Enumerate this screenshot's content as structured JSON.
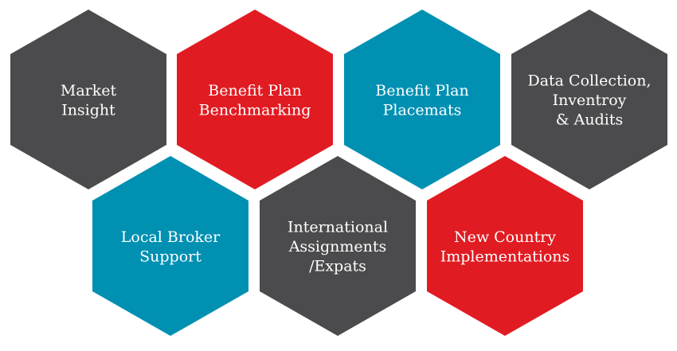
{
  "colors": {
    "gray": "#4b4b4d",
    "red": "#e11b22",
    "blue": "#0090b2"
  },
  "hexagons": [
    {
      "lines": [
        "Market",
        "Insight"
      ],
      "color": "gray"
    },
    {
      "lines": [
        "Benefit Plan",
        "Benchmarking"
      ],
      "color": "red"
    },
    {
      "lines": [
        "Benefit Plan",
        "Placemats"
      ],
      "color": "blue"
    },
    {
      "lines": [
        "Data Collection,",
        "Inventroy",
        "& Audits"
      ],
      "color": "gray"
    },
    {
      "lines": [
        "Local Broker",
        "Support"
      ],
      "color": "blue"
    },
    {
      "lines": [
        "International",
        "Assignments",
        "/Expats"
      ],
      "color": "gray"
    },
    {
      "lines": [
        "New Country",
        "Implementations"
      ],
      "color": "red"
    }
  ]
}
